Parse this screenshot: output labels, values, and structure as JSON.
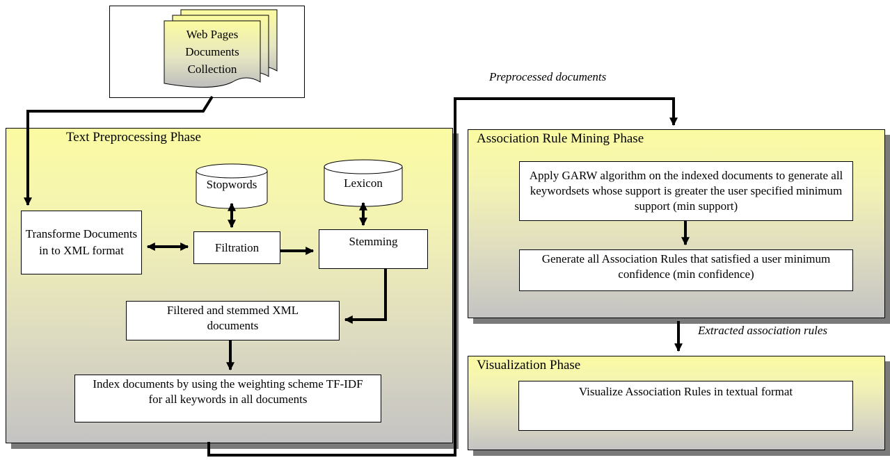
{
  "source": {
    "label_lines": [
      "Web Pages",
      "Documents",
      "Collection"
    ]
  },
  "phases": {
    "preprocessing": {
      "title": "Text Preprocessing Phase",
      "stopwords": "Stopwords",
      "lexicon": "Lexicon",
      "transform": "Transforme Documents in to XML format",
      "filtration": "Filtration",
      "stemming": "Stemming",
      "filtered": "Filtered and stemmed XML documents",
      "index": "Index documents by using the weighting scheme TF-IDF for all keywords in all documents"
    },
    "mining": {
      "title": "Association Rule Mining Phase",
      "garw": "Apply GARW algorithm on the indexed documents to generate all keywordsets whose support is greater the user specified minimum support (min support)",
      "generate": "Generate all Association Rules that satisfied a user minimum confidence (min confidence)"
    },
    "visualization": {
      "title": "Visualization Phase",
      "visualize": "Visualize Association Rules in textual format"
    }
  },
  "edges": {
    "preprocessed": "Preprocessed documents",
    "extracted": "Extracted association rules"
  }
}
